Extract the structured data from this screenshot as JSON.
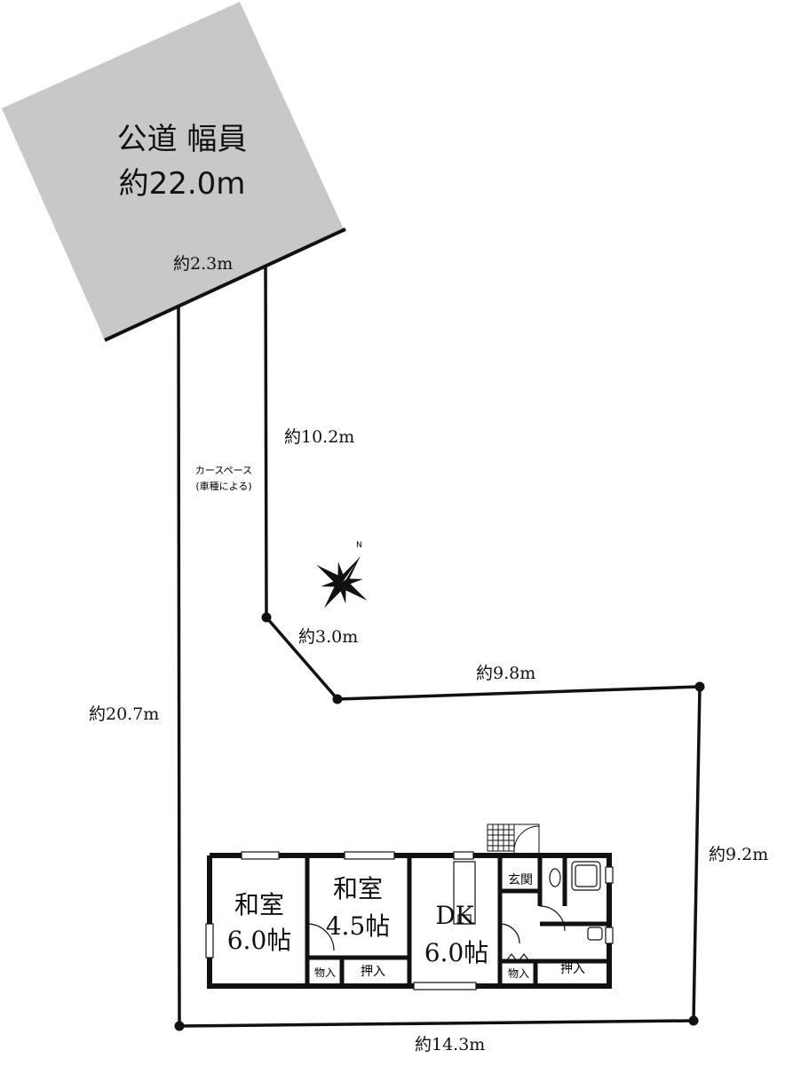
{
  "road": {
    "line1": "公道 幅員",
    "line2": "約22.0m",
    "fill_color": "#c8c8c8"
  },
  "dimensions": {
    "frontage": "約2.3m",
    "access_right": "約10.2m",
    "diagonal": "約3.0m",
    "north_edge": "約9.8m",
    "east_edge": "約9.2m",
    "south_edge": "約14.3m",
    "west_edge": "約20.7m"
  },
  "car_space": {
    "line1": "カースペース",
    "line2": "(車種による)"
  },
  "compass": {
    "north_letter": "N",
    "icon": "compass-star-icon"
  },
  "rooms": {
    "washitsu1": {
      "name": "和室",
      "size": "6.0帖"
    },
    "washitsu2": {
      "name": "和室",
      "size": "4.5帖"
    },
    "dk": {
      "name": "DK",
      "size": "6.0帖"
    },
    "genkan": "玄関",
    "monoire1": "物入",
    "oshiire1": "押入",
    "monoire2": "物入",
    "oshiire2": "押入"
  }
}
